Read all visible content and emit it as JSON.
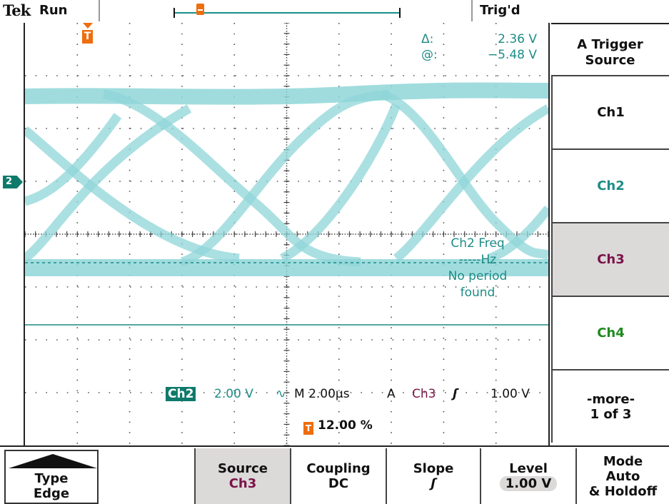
{
  "topbar": {
    "brand": "Tek",
    "run_state": "Run",
    "trigger_status": "Trig'd"
  },
  "colors": {
    "ch2": "#1d8c86",
    "ch2_trace": "#8fd6d8",
    "ch3": "#7a1448",
    "ch4": "#1f8a1f",
    "trigger": "#ee6d0e",
    "selected_button": "#dcd9d9"
  },
  "icons": {
    "trigger_position": "T-marker-icon",
    "channel_marker": "ch2-ground-marker-icon",
    "coupling": "ac-coupling-icon",
    "slope": "rising-edge-icon"
  },
  "channel_marker_label": "2",
  "trigger_marker_label": "T",
  "cursor_readout": {
    "delta_label": "Δ:",
    "delta_value": "2.36 V",
    "at_label": "@:",
    "at_value": "−5.48 V"
  },
  "measurement": {
    "line1": "Ch2 Freq",
    "line2": "-----Hz",
    "line3": "No period",
    "line4": "found"
  },
  "status": {
    "channel": "Ch2",
    "volts_per_div": "2.00 V",
    "coupling_symbol": "∿",
    "timebase": "M 2.00µs",
    "trigger_letter": "A",
    "trigger_source": "Ch3",
    "slope_symbol": "ʃ",
    "trigger_level": "1.00 V",
    "trigger_position": "12.00 %"
  },
  "side_menu": {
    "title_line1": "A Trigger",
    "title_line2": "Source",
    "items": [
      {
        "label": "Ch1"
      },
      {
        "label": "Ch2"
      },
      {
        "label": "Ch3",
        "selected": true
      },
      {
        "label": "Ch4"
      },
      {
        "label": "-more-",
        "sub": "1 of 3"
      }
    ]
  },
  "bottom_menu": {
    "type": {
      "label": "Type",
      "value": "Edge"
    },
    "source": {
      "label": "Source",
      "value": "Ch3",
      "selected": true
    },
    "coupling": {
      "label": "Coupling",
      "value": "DC"
    },
    "slope": {
      "label": "Slope",
      "value": "ʃ"
    },
    "level": {
      "label": "Level",
      "value": "1.00 V"
    },
    "mode": {
      "line1": "Mode",
      "line2": "Auto",
      "line3": "& Holdoff"
    }
  }
}
